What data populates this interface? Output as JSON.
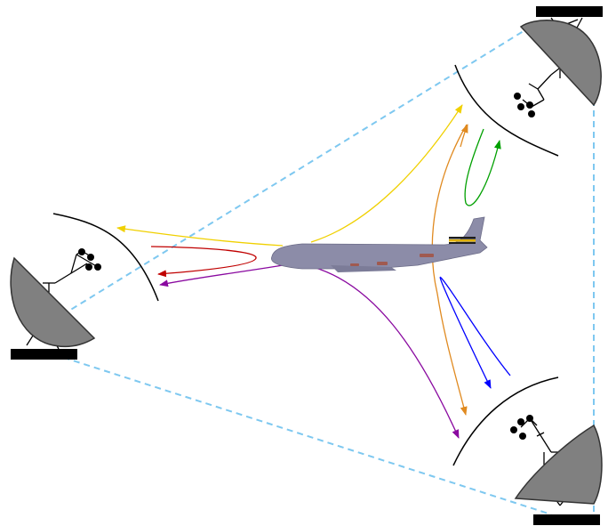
{
  "diagram": {
    "background": "#ffffff",
    "colors": {
      "baseline": "#7ec8f0",
      "dish": "#808080",
      "dish_edge": "#333333",
      "base_bar": "#000000",
      "front": "#000000",
      "aircraft_body": "#8c8ca8",
      "aircraft_stripe_dark": "#1e1e1e",
      "aircraft_stripe_gold": "#e0b000",
      "aircraft_marking": "#a05a50"
    },
    "stations": [
      {
        "id": "left",
        "icon": "satellite-dish-icon",
        "feed_icon": "antenna-feed-icon"
      },
      {
        "id": "top-right",
        "icon": "satellite-dish-icon",
        "feed_icon": "antenna-feed-icon"
      },
      {
        "id": "bottom-right",
        "icon": "satellite-dish-icon",
        "feed_icon": "antenna-feed-icon"
      }
    ],
    "aircraft": {
      "icon": "cargo-aircraft-icon"
    },
    "signal_paths": [
      {
        "id": "yellow-left",
        "color": "#f0d000"
      },
      {
        "id": "red-loop",
        "color": "#c00000"
      },
      {
        "id": "purple-left",
        "color": "#8a0aa0"
      },
      {
        "id": "yellow-right",
        "color": "#f0d000"
      },
      {
        "id": "orange-vertical",
        "color": "#e08a20"
      },
      {
        "id": "green-loop",
        "color": "#00a000"
      },
      {
        "id": "blue-loop",
        "color": "#0000ff"
      },
      {
        "id": "purple-right",
        "color": "#8a0aa0"
      }
    ]
  }
}
